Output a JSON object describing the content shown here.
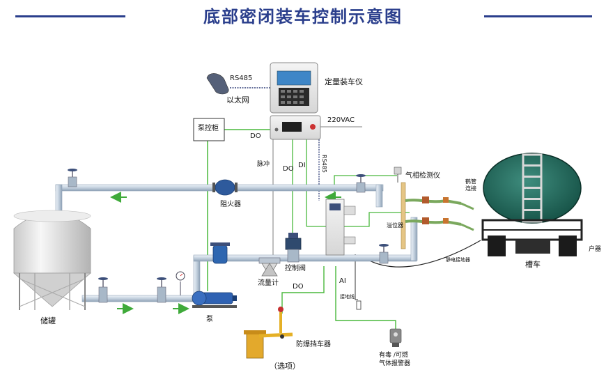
{
  "title": "底部密闭装车控制示意图",
  "labels": {
    "rs485_top": "RS485",
    "ethernet": "以太网",
    "loading_controller": "定量装车仪",
    "vac": "220VAC",
    "pump_cabinet": "泵控柜",
    "do_pump": "DO",
    "pulse": "脉冲",
    "do_mid": "DO",
    "di": "DI",
    "rs485_vertical": "RS485",
    "gas_detector": "气相检测仪",
    "arm_label": "鹤管\n连接",
    "flame_arrester": "阻火器",
    "level_switch": "溢位器",
    "flow_meter": "流量计",
    "control_valve": "控制阀",
    "storage_tank": "储罐",
    "pump": "泵",
    "tank_truck": "槽车",
    "static_protector": "静电接地器",
    "ground": "接地线",
    "do_bottom": "DO",
    "ai": "AI",
    "barrier": "防爆挡车器",
    "optional": "（选项）",
    "gas_alarm_1": "有毒 /可燃",
    "gas_alarm_2": "气体报警器",
    "right_edge": "户器"
  },
  "colors": {
    "title": "#2a3e8c",
    "pipe": "#c9d6e4",
    "pipe_edge": "#8fa2b6",
    "signal_green": "#49b83c",
    "signal_gray": "#9a9a9a",
    "signal_blue": "#33417a",
    "truck_green": "#1d6b5e",
    "arrow_green": "#3faa3a"
  }
}
